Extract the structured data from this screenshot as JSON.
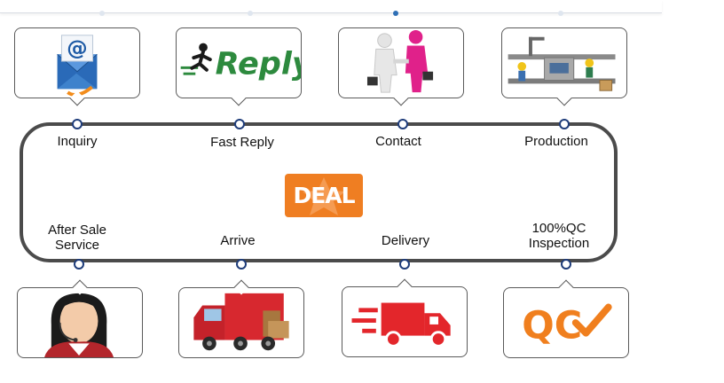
{
  "diagram": {
    "center_badge": "DEAL",
    "top_steps": [
      {
        "label": "Inquiry",
        "icon": "email-icon"
      },
      {
        "label": "Fast Reply",
        "icon": "reply-runner-icon",
        "icon_text": "Reply"
      },
      {
        "label": "Contact",
        "icon": "handshake-icon"
      },
      {
        "label": "Production",
        "icon": "factory-line-icon"
      }
    ],
    "bottom_steps": [
      {
        "label": "After Sale Service",
        "icon": "support-agent-icon"
      },
      {
        "label": "Arrive",
        "icon": "cargo-truck-icon"
      },
      {
        "label": "Delivery",
        "icon": "fast-delivery-truck-icon"
      },
      {
        "label": "100%QC Inspection",
        "icon": "qc-check-icon",
        "icon_text": "QC"
      }
    ],
    "colors": {
      "loop_line": "#4b4b4b",
      "node": "#1e3c7a",
      "deal_badge": "#ef7e22",
      "reply_green": "#2d8a3e",
      "truck_red": "#e3262b",
      "qc_orange": "#f07f1e"
    }
  }
}
